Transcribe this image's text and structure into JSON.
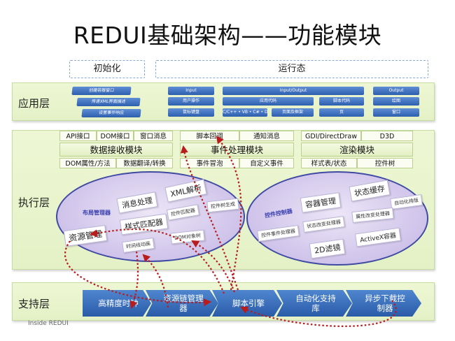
{
  "title": "REDUI基础架构——功能模块",
  "phases": {
    "init": "初始化",
    "runtime": "运行态"
  },
  "layers": {
    "app": "应用层",
    "exec": "执行层",
    "support": "支持层"
  },
  "app_layer": {
    "init_bars": [
      "创建容器窗口",
      "传递XML界面描述",
      "设置事件响应"
    ],
    "runtime_bars": [
      "Input",
      "Input/Output",
      "Output",
      "用户操作",
      "应用代码",
      "脚本代码",
      "绘图",
      "鼠标键盘",
      "C/C++ • VB • C# • DELPHI",
      "页面及框架",
      "页",
      "窗口"
    ]
  },
  "interfaces": {
    "left_cells": [
      "API接口",
      "DOM接口",
      "窗口消息"
    ],
    "left_module": "数据接收模块",
    "left_sub": [
      "DOM属性/方法",
      "数据翻译/转换"
    ],
    "mid_cells": [
      "脚本回调",
      "通知消息"
    ],
    "mid_module": "事件处理模块",
    "mid_sub": [
      "事件冒泡",
      "自定义事件"
    ],
    "right_cells": [
      "GDI/DirectDraw",
      "D3D"
    ],
    "right_module": "渲染模块",
    "right_sub": [
      "样式表/状态",
      "控件树"
    ]
  },
  "left_ellipse": {
    "caption": "布局管理器",
    "cards": [
      "消息处理",
      "XML解析",
      "样式匹配器",
      "控件匹配器",
      "控件树生成",
      "资源管理",
      "时间线动画",
      "DOM对象树"
    ]
  },
  "right_ellipse": {
    "caption": "控件控制器",
    "cards": [
      "容器管理",
      "状态缓存",
      "自动化排版",
      "控件事件处理器",
      "状态改变处理器",
      "属性改变处理器",
      "2D滤镜",
      "ActiveX容器"
    ]
  },
  "support": [
    "高精度时钟",
    "资源链管理器",
    "脚本引擎",
    "自动化支持库",
    "异步下载控制器"
  ],
  "footer": "Inside REDUI",
  "colors": {
    "arrow": "#b81c1c",
    "chevron": "#2a5ba8",
    "band": "#e4f1c6"
  }
}
